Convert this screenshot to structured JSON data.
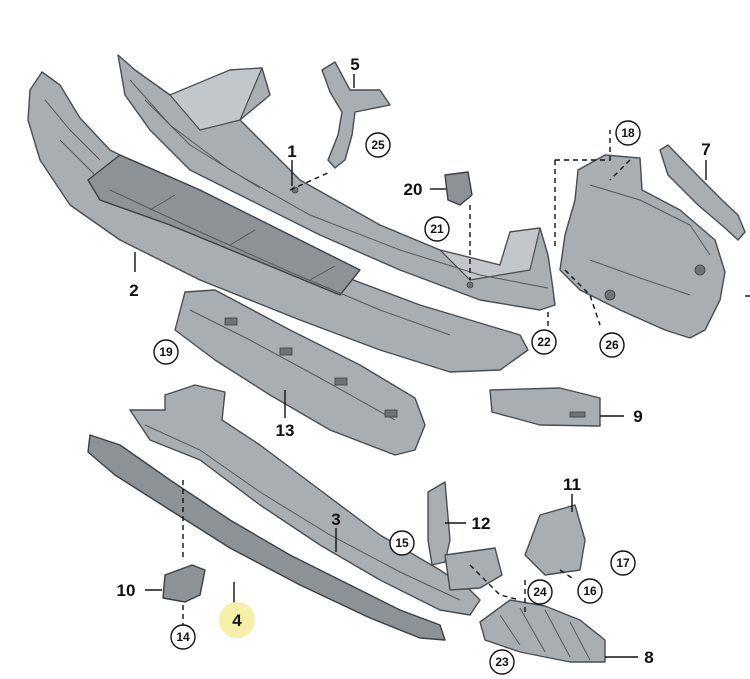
{
  "diagram": {
    "callouts": [
      {
        "id": "p1",
        "text": "1"
      },
      {
        "id": "p2",
        "text": "2"
      },
      {
        "id": "p3",
        "text": "3"
      },
      {
        "id": "p4",
        "text": "4"
      },
      {
        "id": "p5",
        "text": "5"
      },
      {
        "id": "p7",
        "text": "7"
      },
      {
        "id": "p8",
        "text": "8"
      },
      {
        "id": "p9",
        "text": "9"
      },
      {
        "id": "p10",
        "text": "10"
      },
      {
        "id": "p11",
        "text": "11"
      },
      {
        "id": "p12",
        "text": "12"
      },
      {
        "id": "p13",
        "text": "13"
      },
      {
        "id": "p20",
        "text": "20"
      }
    ],
    "circled": [
      {
        "id": "c14",
        "text": "14"
      },
      {
        "id": "c15",
        "text": "15"
      },
      {
        "id": "c16",
        "text": "16"
      },
      {
        "id": "c17",
        "text": "17"
      },
      {
        "id": "c18",
        "text": "18"
      },
      {
        "id": "c19",
        "text": "19"
      },
      {
        "id": "c21",
        "text": "21"
      },
      {
        "id": "c22",
        "text": "22"
      },
      {
        "id": "c23",
        "text": "23"
      },
      {
        "id": "c24",
        "text": "24"
      },
      {
        "id": "c25",
        "text": "25"
      },
      {
        "id": "c26",
        "text": "26"
      }
    ],
    "highlight_color": "#f6f0a6",
    "part_color": "#a9aeb3"
  }
}
